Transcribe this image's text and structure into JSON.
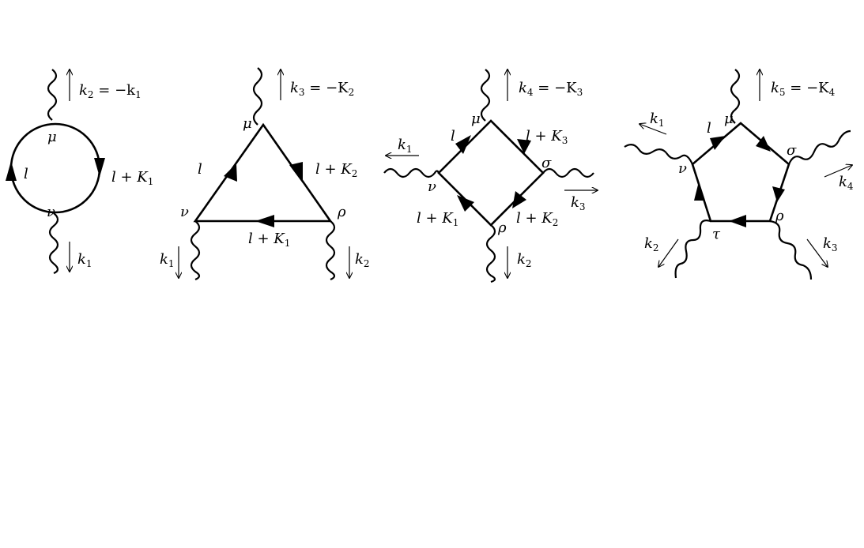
{
  "diagrams": [
    {
      "id": "bubble",
      "vertices": [
        "μ",
        "ν"
      ],
      "propagators": [
        {
          "text": "l"
        },
        {
          "text": "l + K",
          "sub": "1"
        }
      ],
      "external": [
        {
          "text": "k",
          "sub": "2",
          "rest": " = −k",
          "sub2": "1"
        },
        {
          "text": "k",
          "sub": "1"
        }
      ]
    },
    {
      "id": "triangle",
      "vertices": [
        "μ",
        "ν",
        "ρ"
      ],
      "propagators": [
        {
          "text": "l"
        },
        {
          "text": "l + K",
          "sub": "2"
        },
        {
          "text": "l + K",
          "sub": "1"
        }
      ],
      "external": [
        {
          "text": "k",
          "sub": "3",
          "rest": " = −K",
          "sub2": "2"
        },
        {
          "text": "k",
          "sub": "1"
        },
        {
          "text": "k",
          "sub": "2"
        }
      ]
    },
    {
      "id": "box",
      "vertices": [
        "μ",
        "ν",
        "ρ",
        "σ"
      ],
      "propagators": [
        {
          "text": "l"
        },
        {
          "text": "l + K",
          "sub": "3"
        },
        {
          "text": "l + K",
          "sub": "1"
        },
        {
          "text": "l + K",
          "sub": "2"
        }
      ],
      "external": [
        {
          "text": "k",
          "sub": "4",
          "rest": " = −K",
          "sub2": "3"
        },
        {
          "text": "k",
          "sub": "1"
        },
        {
          "text": "k",
          "sub": "3"
        },
        {
          "text": "k",
          "sub": "2"
        }
      ]
    },
    {
      "id": "pentagon",
      "vertices": [
        "μ",
        "ν",
        "τ",
        "ρ",
        "σ"
      ],
      "propagators": [
        {
          "text": "l"
        }
      ],
      "external": [
        {
          "text": "k",
          "sub": "5",
          "rest": " = −K",
          "sub2": "4"
        },
        {
          "text": "k",
          "sub": "1"
        },
        {
          "text": "k",
          "sub": "4"
        },
        {
          "text": "k",
          "sub": "2"
        },
        {
          "text": "k",
          "sub": "3"
        }
      ]
    }
  ]
}
